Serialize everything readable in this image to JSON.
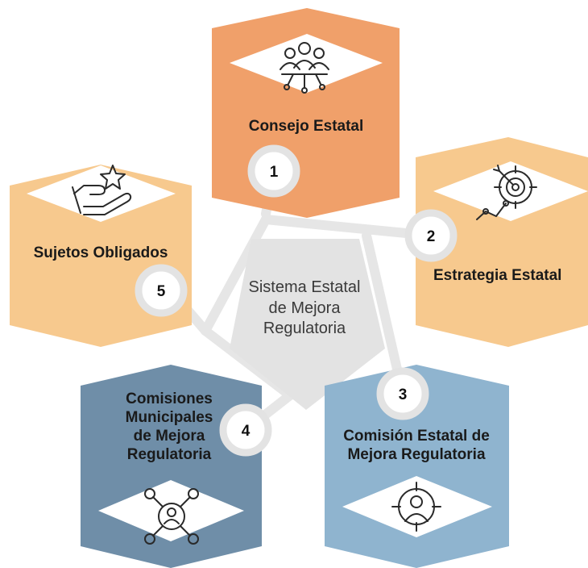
{
  "center": {
    "lines": [
      "Sistema Estatal",
      "de Mejora",
      "Regulatoria"
    ]
  },
  "nodes": [
    {
      "number": "1",
      "label_lines": [
        "Consejo Estatal"
      ],
      "icon": "meeting-group-icon",
      "color": "#f0a06a"
    },
    {
      "number": "2",
      "label_lines": [
        "Estrategia Estatal"
      ],
      "icon": "target-strategy-icon",
      "color": "#f7c98e"
    },
    {
      "number": "3",
      "label_lines": [
        "Comisión Estatal de",
        "Mejora Regulatoria"
      ],
      "icon": "person-target-icon",
      "color": "#8fb4cf"
    },
    {
      "number": "4",
      "label_lines": [
        "Comisiones",
        "Municipales",
        "de Mejora",
        "Regulatoria"
      ],
      "icon": "network-person-icon",
      "color": "#6f8ea8"
    },
    {
      "number": "5",
      "label_lines": [
        "Sujetos Obligados"
      ],
      "icon": "hand-star-icon",
      "color": "#f7c98e"
    }
  ]
}
